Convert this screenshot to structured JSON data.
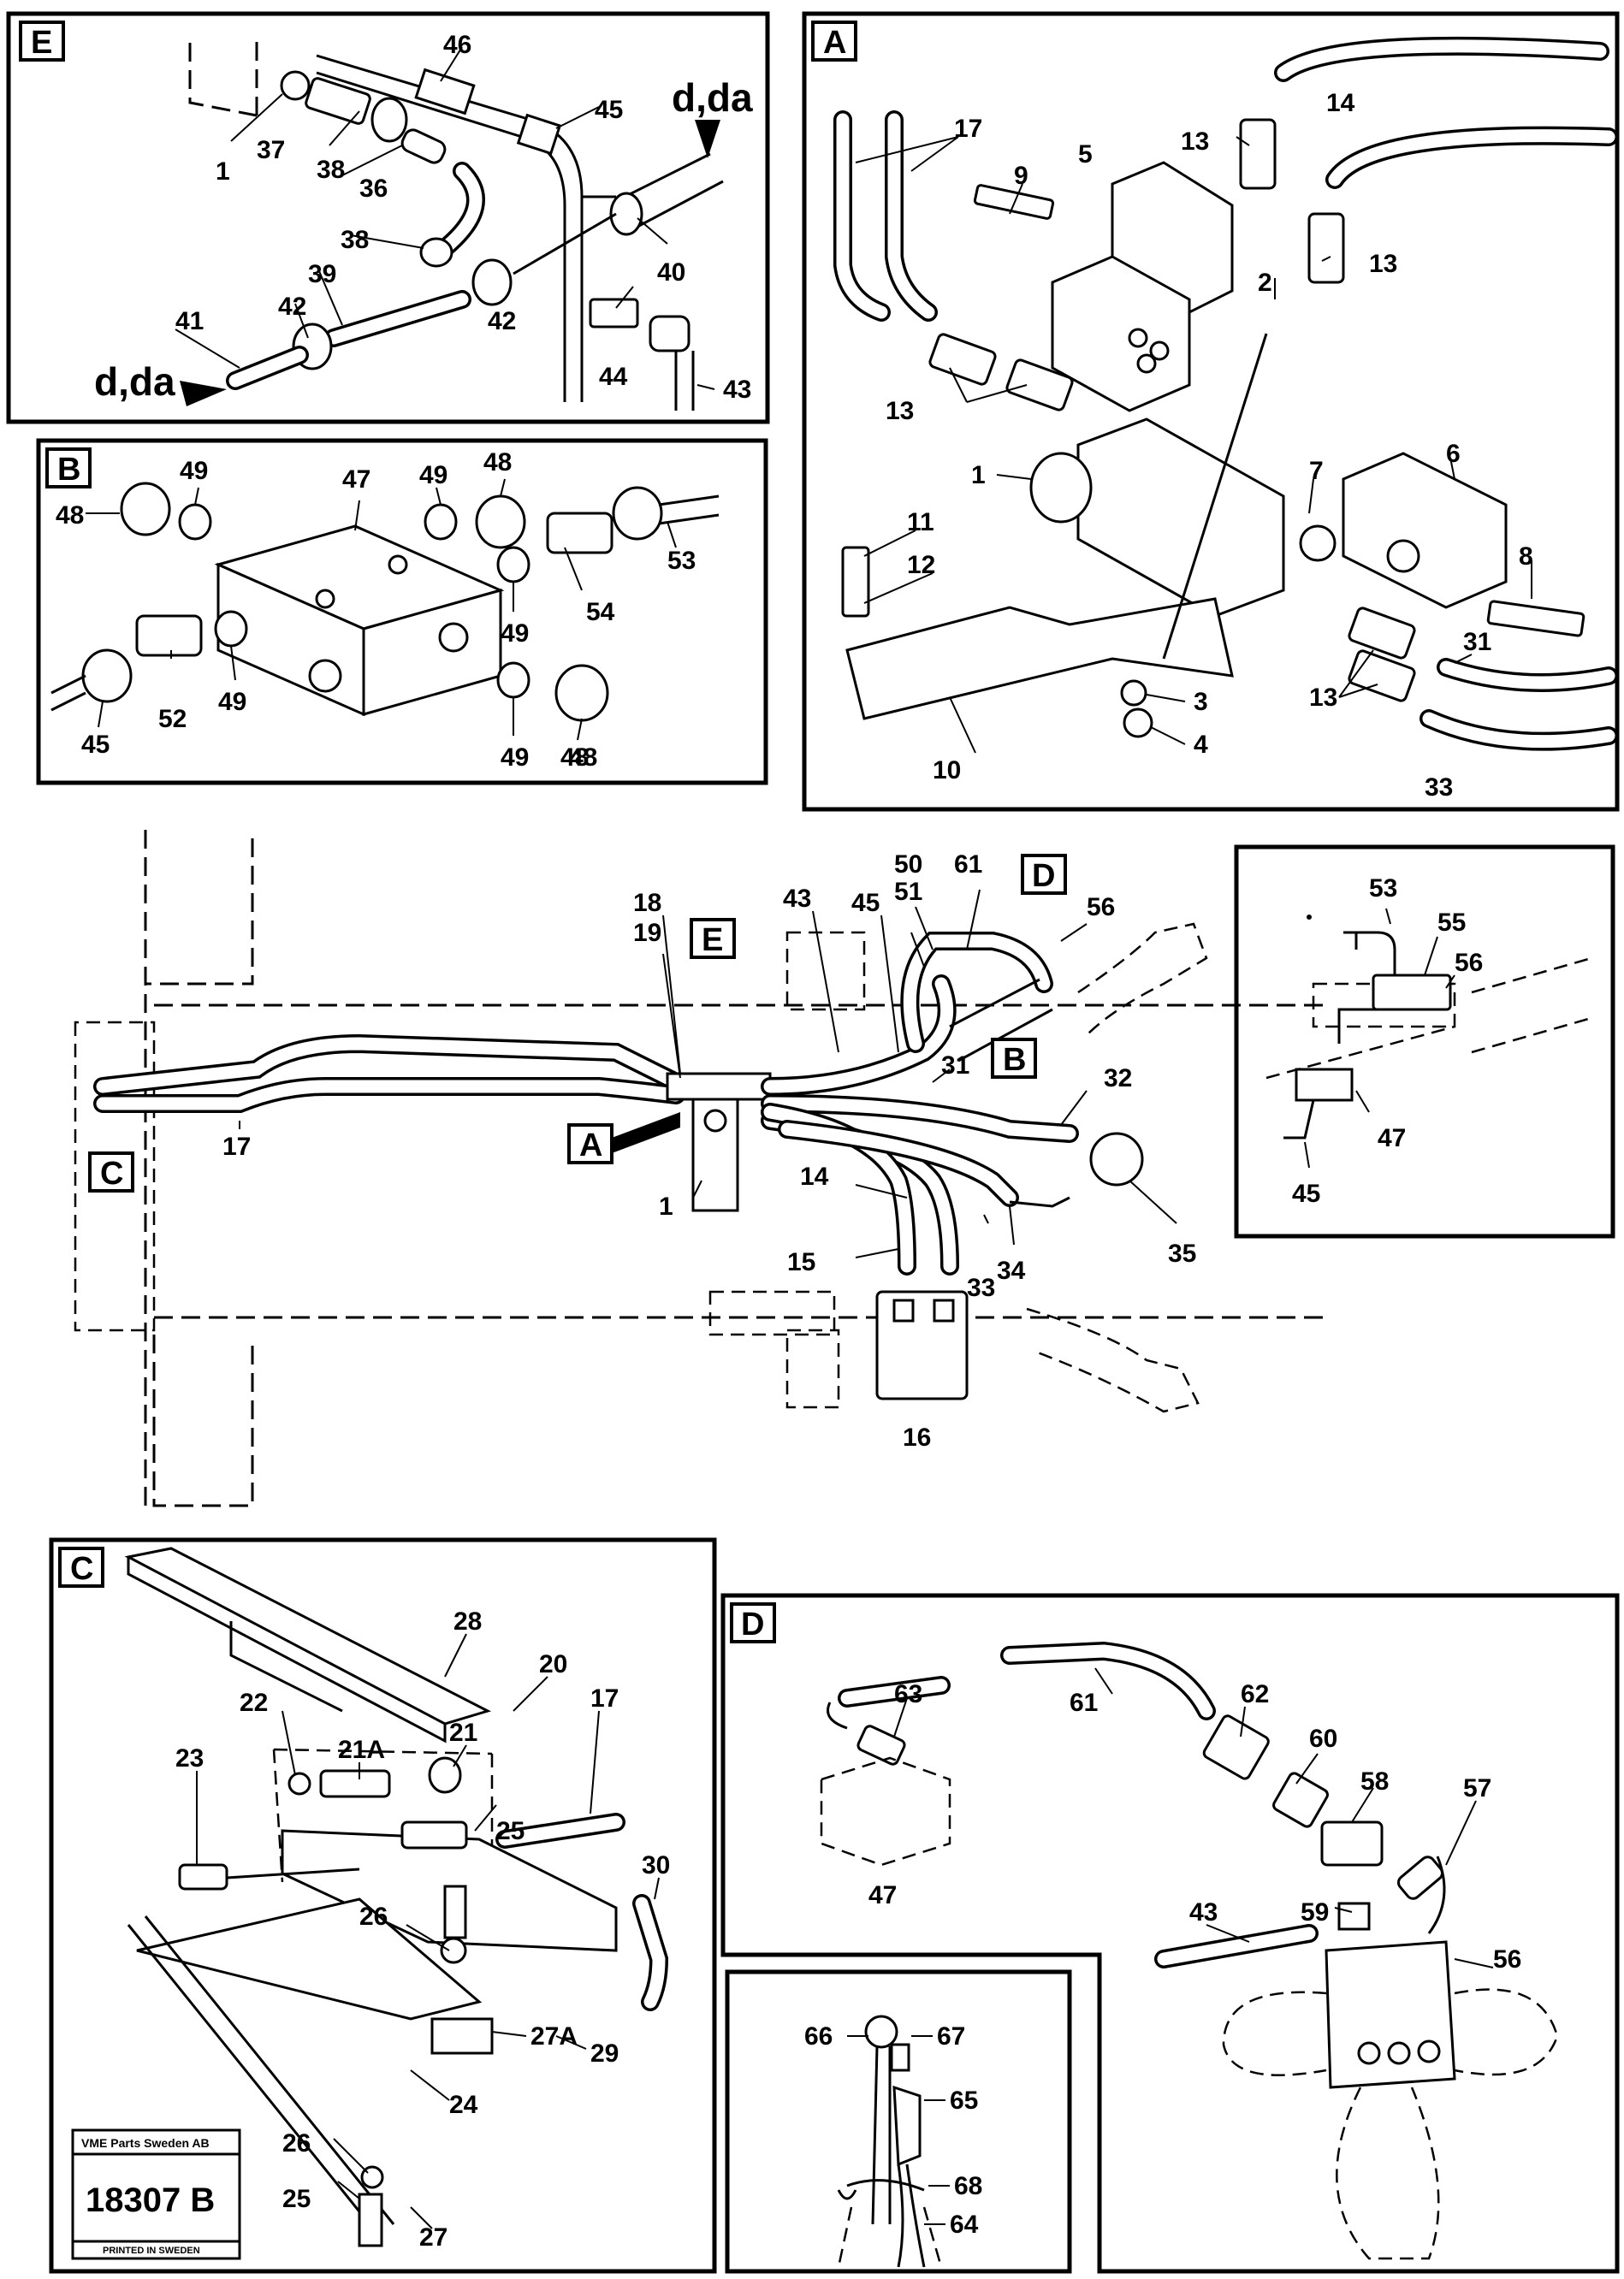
{
  "panel_tags": {
    "E": "E",
    "A": "A",
    "B": "B",
    "C": "C",
    "D": "D"
  },
  "flow_labels": {
    "top": "d,da",
    "bottom": "d,da"
  },
  "stamp": {
    "company": "VME Parts Sweden AB",
    "drawing_number": "18307 B",
    "printed": "PRINTED IN SWEDEN"
  },
  "callouts": {
    "E": [
      "46",
      "45",
      "1",
      "37",
      "38",
      "36",
      "40",
      "38",
      "39",
      "42",
      "41",
      "42",
      "44",
      "43"
    ],
    "A": [
      "17",
      "14",
      "9",
      "5",
      "13",
      "13",
      "2",
      "13",
      "1",
      "7",
      "6",
      "11",
      "12",
      "8",
      "31",
      "13",
      "3",
      "4",
      "33",
      "10"
    ],
    "B": [
      "49",
      "47",
      "48",
      "49",
      "48",
      "48",
      "53",
      "54",
      "49",
      "52",
      "49",
      "45",
      "49",
      "48"
    ],
    "main": [
      "61",
      "50",
      "51",
      "43",
      "45",
      "56",
      "18",
      "19",
      "31",
      "32",
      "17",
      "1",
      "14",
      "15",
      "33",
      "34",
      "35",
      "16"
    ],
    "inset": [
      "53",
      "55",
      "56",
      "47",
      "45"
    ],
    "C": [
      "28",
      "20",
      "22",
      "21",
      "17",
      "21A",
      "23",
      "25",
      "30",
      "26",
      "27A",
      "29",
      "24",
      "26",
      "25",
      "27"
    ],
    "D": [
      "63",
      "61",
      "62",
      "60",
      "58",
      "57",
      "47",
      "43",
      "59",
      "56"
    ],
    "lever": [
      "66",
      "67",
      "65",
      "68",
      "64"
    ]
  }
}
